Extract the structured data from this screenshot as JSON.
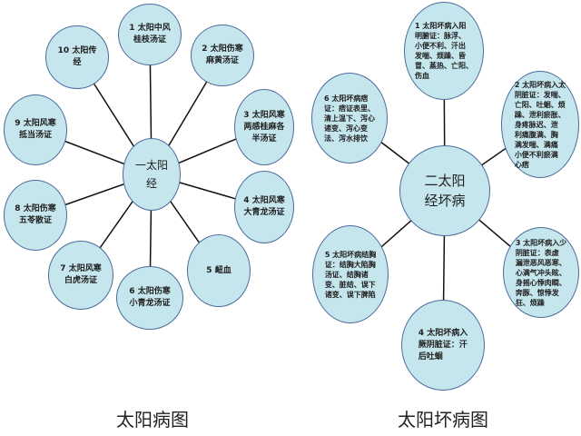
{
  "left_diagram": {
    "center": "一太阳\n经",
    "nodes": [
      "1 太阳中风\n桂枝汤证",
      "2 太阳伤寒\n麻黄汤证",
      "3 太阳风寒\n两感桂麻各\n半汤证",
      "4 太阳风寒\n大青龙汤证",
      "5 衄血",
      "6 太阳伤寒\n小青龙汤证",
      "7 太阳风寒\n白虎汤证",
      "8 太阳伤寒\n五苓散证",
      "9 太阳风寒\n抵当汤证",
      "10 太阳传\n经"
    ],
    "caption": "太阳病图"
  },
  "right_diagram": {
    "center": "二太阳\n经坏病",
    "nodes": [
      "1 太阳坏病入阳\n明腑证：脉浮、\n小便不利、汗出\n发喘、烦躁、昏\n冒、蒸热、亡阳、\n伤血",
      "2 太阳坏病入太\n阴脏证：发喘、\n亡阳、吐蛔、烦\n躁、泄利瘀胀、\n身疼脉迟、泄\n利痛腹满、胸\n满发喘、满痛\n小便不利瘀满\n心痞",
      "3 太阳坏病入少\n阴脏证：表虚\n漏泄恶风恶寒、\n心满气冲头眩、\n身摇心悸肉瞤、\n奔豚、惊悸发\n狂、烦躁",
      "4 太阳坏病入\n厥阴脏证：汗\n后吐蛔",
      "5 太阳坏病结胸\n证：结胸大陷胸\n汤证、结胸诸\n变、脏结、误下\n诸变、误下脾陷",
      "6 太阳坏病痞\n证：痞证表里、\n清上温下、泻心\n诸变、泻心变\n法、泻水排饮"
    ],
    "caption": "太阳坏病图"
  }
}
